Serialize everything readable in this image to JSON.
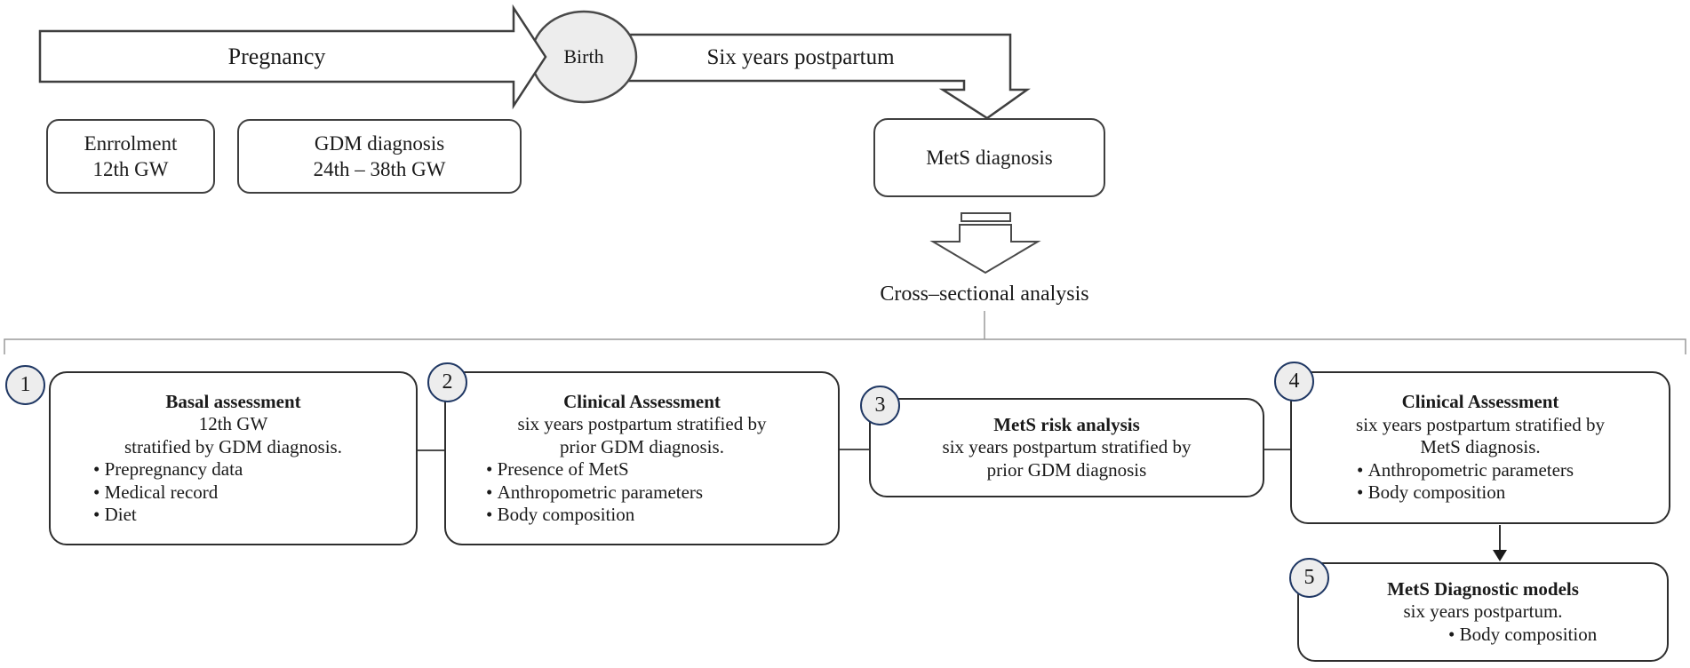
{
  "timeline": {
    "pregnancy_label": "Pregnancy",
    "birth_label": "Birth",
    "postpartum_label": "Six years postpartum",
    "enrolment_box": {
      "line1": "Enrrolment",
      "line2": "12th GW"
    },
    "gdm_box": {
      "line1": "GDM diagnosis",
      "line2": "24th – 38th GW"
    },
    "mets_box_label": "MetS diagnosis",
    "analysis_label": "Cross–sectional analysis"
  },
  "assessments": [
    {
      "number": "1",
      "title": "Basal assessment",
      "line2": "12th GW",
      "line3": "stratified by GDM diagnosis.",
      "bullets": [
        "Prepregnancy data",
        "Medical record",
        "Diet"
      ]
    },
    {
      "number": "2",
      "title": "Clinical Assessment",
      "line2": "six years postpartum stratified by",
      "line3": "prior GDM diagnosis.",
      "bullets": [
        "Presence of MetS",
        "Anthropometric parameters",
        "Body composition"
      ]
    },
    {
      "number": "3",
      "title": "MetS risk analysis",
      "line2": "six years postpartum stratified by",
      "line3": "prior GDM diagnosis",
      "bullets": []
    },
    {
      "number": "4",
      "title": "Clinical Assessment",
      "line2": "six years postpartum stratified by",
      "line3": "MetS diagnosis.",
      "bullets": [
        "Anthropometric parameters",
        "Body composition"
      ]
    },
    {
      "number": "5",
      "title": "MetS Diagnostic models",
      "line2": "six years postpartum.",
      "line3": "",
      "bullets": [
        "Body composition"
      ]
    }
  ],
  "colors": {
    "outline": "#3f3f3f",
    "badge_border": "#203864",
    "shape_fill": "#ededed",
    "bracket": "#9a9a9a",
    "text": "#1a1a1a",
    "background": "#ffffff"
  }
}
